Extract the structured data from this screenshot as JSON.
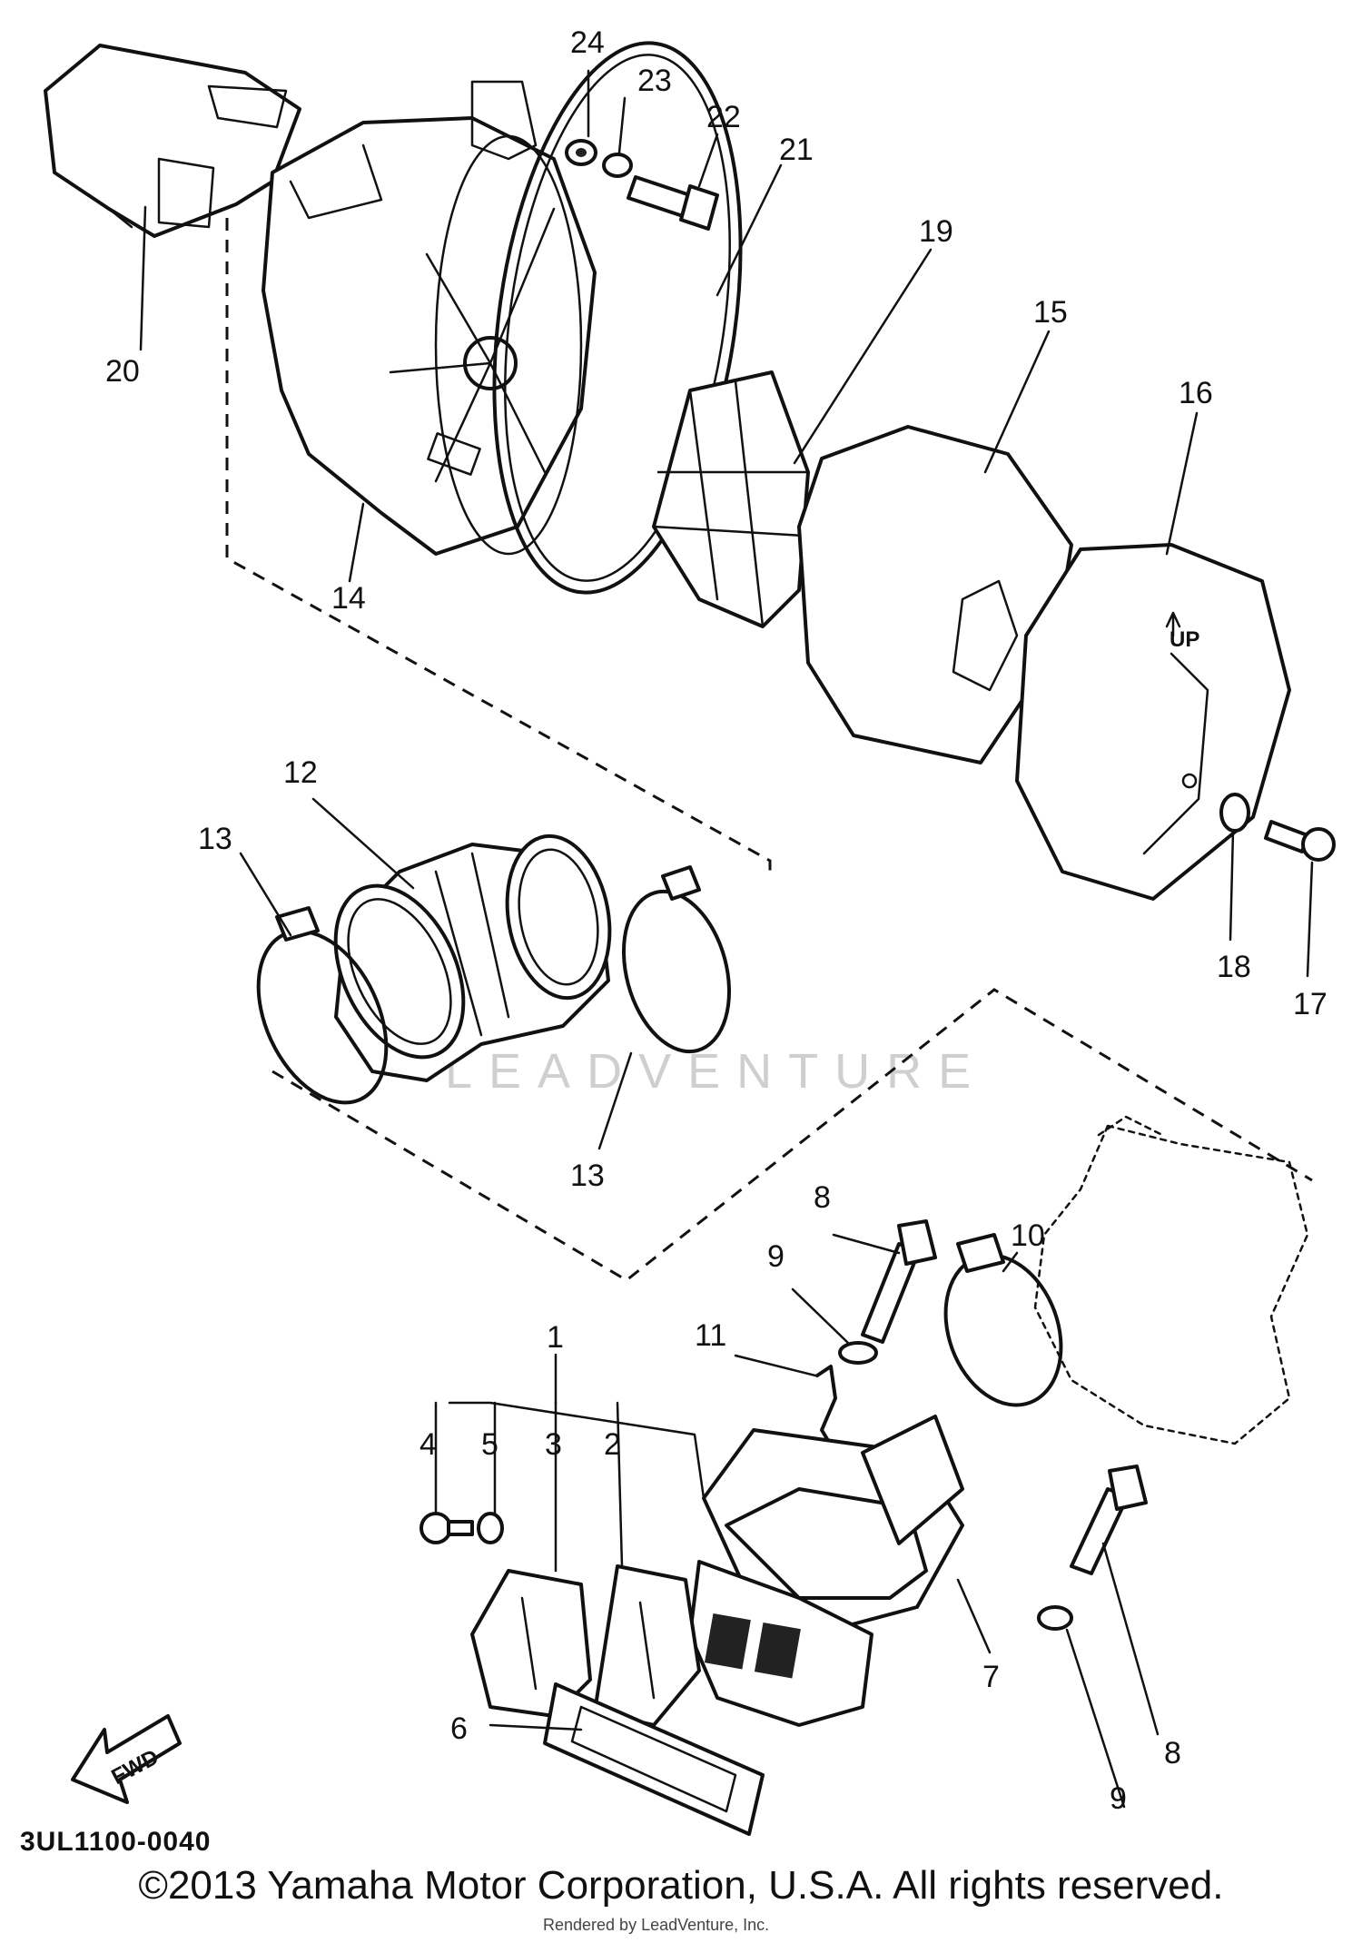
{
  "diagram": {
    "callouts": [
      "1",
      "2",
      "3",
      "4",
      "5",
      "6",
      "7",
      "8",
      "8",
      "9",
      "9",
      "10",
      "11",
      "12",
      "13",
      "13",
      "14",
      "15",
      "16",
      "17",
      "18",
      "19",
      "20",
      "21",
      "22",
      "23",
      "24"
    ],
    "diagram_code": "3UL1100-0040",
    "fwd_arrow_label": "FWD",
    "cover_marking": "UP",
    "watermark": "LEADVENTURE",
    "rendered_by": "Rendered by LeadVenture, Inc."
  },
  "footer": {
    "copyright": "©2013 Yamaha Motor Corporation, U.S.A. All rights reserved."
  }
}
